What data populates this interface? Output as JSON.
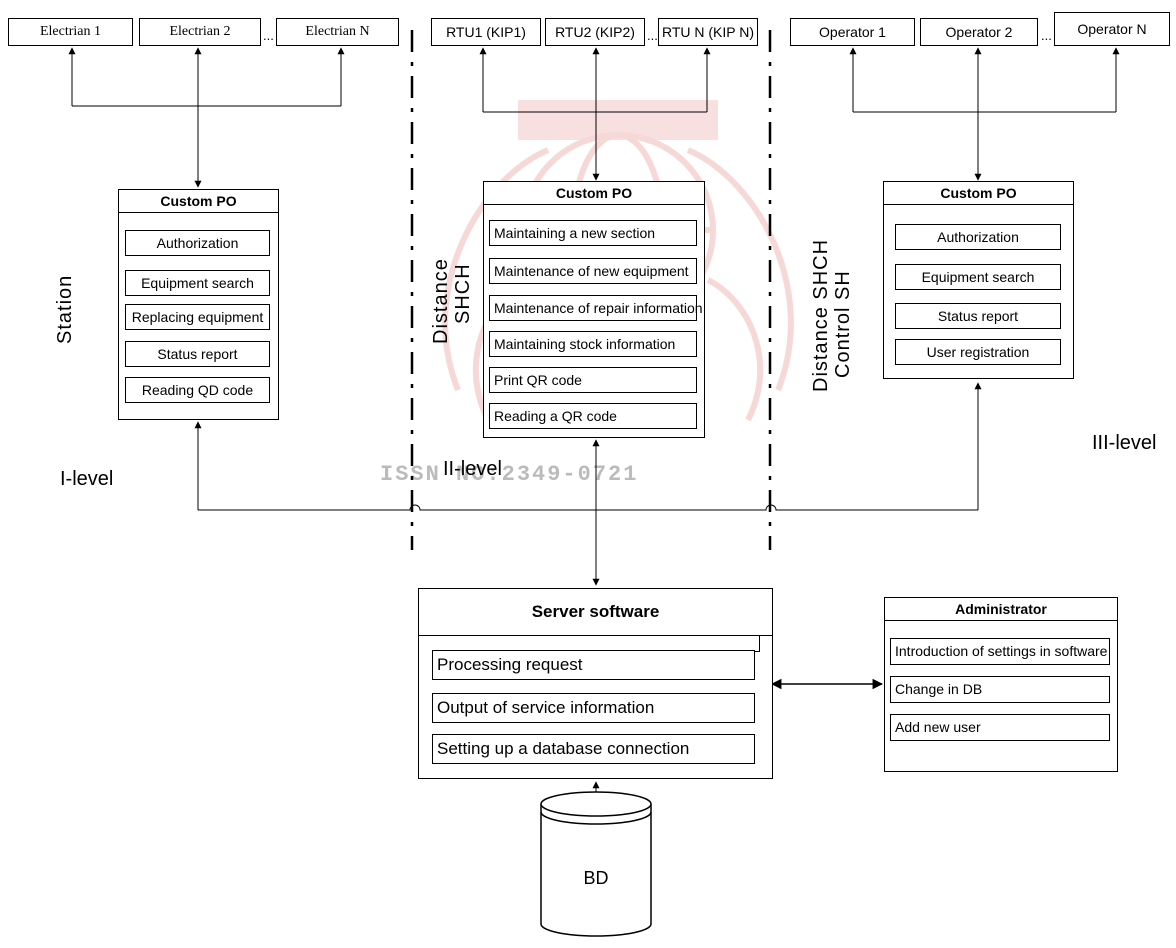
{
  "level1": {
    "nodes": [
      "Electrian 1",
      "Electrian 2",
      "Electrian N"
    ],
    "ellipsis": "...",
    "side_label": "Station",
    "panel_title": "Custom PO",
    "panel_items": [
      "Authorization",
      "Equipment search",
      "Replacing equipment",
      "Status report",
      "Reading QD code"
    ],
    "level_label": "I-level"
  },
  "level2": {
    "nodes": [
      "RTU1 (KIP1)",
      "RTU2 (KIP2)",
      "RTU N (KIP N)"
    ],
    "ellipsis": "...",
    "side_label_1": "Distance",
    "side_label_2": "SHCH",
    "panel_title": "Custom PO",
    "panel_items": [
      "Maintaining a new section",
      "Maintenance of new equipment",
      "Maintenance of repair information",
      "Maintaining stock information",
      "Print QR code",
      "Reading a QR code"
    ],
    "level_label": "II-level"
  },
  "level3": {
    "nodes": [
      "Operator 1",
      "Operator 2",
      "Operator N"
    ],
    "ellipsis": "...",
    "side_label_1": "Distance SHCH",
    "side_label_2": "Control SH",
    "panel_title": "Custom PO",
    "panel_items": [
      "Authorization",
      "Equipment search",
      "Status report",
      "User registration"
    ],
    "level_label": "III-level"
  },
  "server": {
    "title": "Server software",
    "items": [
      "Processing request",
      "Output of service information",
      "Setting up a database connection"
    ]
  },
  "admin": {
    "title": "Administrator",
    "items": [
      "Introduction of settings in software",
      "Change in DB",
      "Add new user"
    ]
  },
  "database": {
    "label": "BD"
  },
  "watermark": {
    "text": "ISSN NO:2349-0721",
    "color": "#d9534f"
  },
  "colors": {
    "line": "#000000",
    "watermark": "#d9534f"
  }
}
